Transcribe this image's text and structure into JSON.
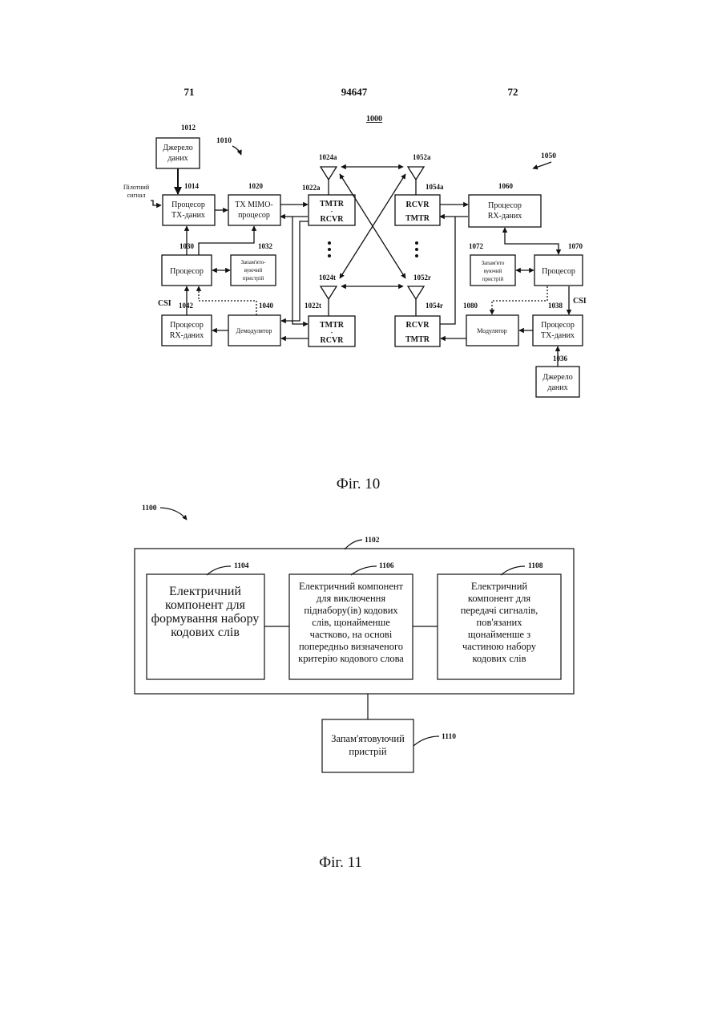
{
  "header": {
    "left": "71",
    "center": "94647",
    "right": "72"
  },
  "fig10": {
    "ref": "1000",
    "caption": "Фіг. 10",
    "refs": {
      "tx": "1010",
      "rx": "1050",
      "src1": "1012",
      "txproc": "1014",
      "mimo": "1020",
      "tmtr_a": "1022a",
      "ant_a": "1024a",
      "ant_t": "1024t",
      "tmtr_t": "1022t",
      "proc1": "1030",
      "mem1": "1032",
      "rxproc1": "1042",
      "demod": "1040",
      "ant_rx_a": "1052a",
      "rcvr_a": "1054a",
      "rxproc2": "1060",
      "mem2": "1072",
      "proc2": "1070",
      "ant_rx_r": "1052r",
      "rcvr_r": "1054r",
      "mod": "1080",
      "txproc2": "1038",
      "src2": "1036"
    },
    "pilot": [
      "Пілотний",
      "сигнал"
    ],
    "csi": "CSI",
    "csi2": "CSI",
    "dots": "•",
    "blocks": {
      "src1": [
        "Джерело",
        "даних"
      ],
      "txproc": [
        "Процесор",
        "ТХ-даних"
      ],
      "mimo": [
        "TX MIMO-",
        "процесор"
      ],
      "tmtr_a": [
        "TMTR",
        "-",
        "RCVR"
      ],
      "tmtr_t": [
        "TMTR",
        "-",
        "RCVR"
      ],
      "proc1": [
        "Процесор"
      ],
      "mem1": [
        "Запам'ято-",
        "вуючий",
        "пристрій"
      ],
      "rxproc1": [
        "Процесор",
        "RX-даних"
      ],
      "demod": [
        "Демодулятор"
      ],
      "rcvr_a": [
        "RCVR",
        "TMTR"
      ],
      "rcvr_r": [
        "RCVR",
        "TMTR"
      ],
      "rxproc2": [
        "Процесор",
        "RX-даних"
      ],
      "mem2": [
        "Запам'ято",
        "вуючий",
        "пристрій"
      ],
      "proc2": [
        "Процесор"
      ],
      "mod": [
        "Модулятор"
      ],
      "txproc2": [
        "Процесор",
        "ТХ-даних"
      ],
      "src2": [
        "Джерело",
        "даних"
      ]
    }
  },
  "fig11": {
    "ref": "1100",
    "caption": "Фіг. 11",
    "refs": {
      "group": "1102",
      "c1": "1104",
      "c2": "1106",
      "c3": "1108",
      "mem": "1110"
    },
    "blocks": {
      "c1": [
        "Електричний",
        "компонент для",
        "формування набору",
        "кодових слів"
      ],
      "c2": [
        "Електричний компонент",
        "для виключення",
        "піднабору(ів) кодових",
        "слів, щонайменше",
        "частково, на основі",
        "попередньо визначеного",
        "критерію кодового слова"
      ],
      "c3": [
        "Електричний",
        "компонент для",
        "передачі сигналів,",
        "пов'язаних",
        "щонайменше з",
        "частиною набору",
        "кодових слів"
      ],
      "mem": [
        "Запам'ятовуючий",
        "пристрій"
      ]
    }
  }
}
